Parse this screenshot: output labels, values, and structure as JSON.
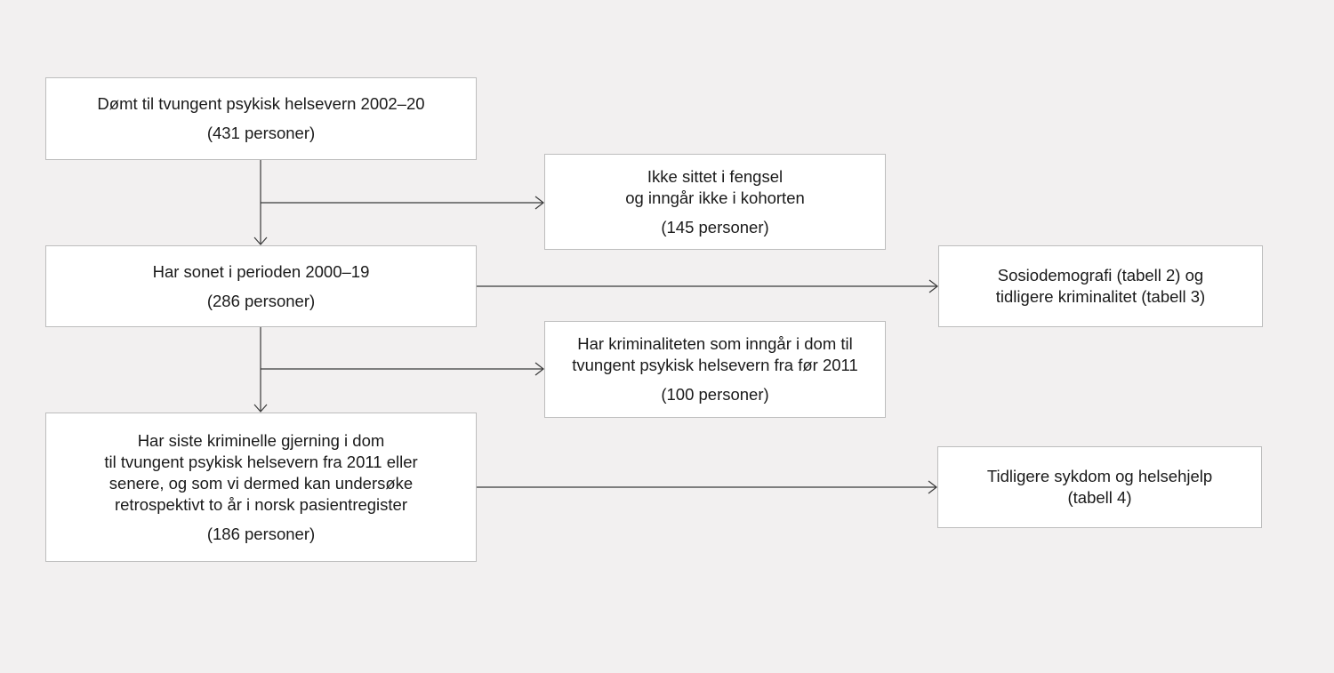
{
  "flowchart": {
    "total": {
      "lines": [
        "Dømt til tvungent psykisk helsevern 2002–20"
      ],
      "count": "(431 personer)"
    },
    "excluded_no_prison": {
      "lines": [
        "Ikke sittet i fengsel",
        "og inngår ikke i kohorten"
      ],
      "count": "(145 personer)"
    },
    "served": {
      "lines": [
        "Har sonet i perioden 2000–19"
      ],
      "count": "(286 personer)"
    },
    "sociodemography": {
      "lines": [
        "Sosiodemografi (tabell 2) og",
        "tidligere kriminalitet (tabell 3)"
      ]
    },
    "crime_before_2011": {
      "lines": [
        "Har kriminaliteten som inngår i dom til",
        "tvungent psykisk helsevern fra før 2011"
      ],
      "count": "(100 personer)"
    },
    "final_cohort": {
      "lines": [
        "Har siste kriminelle gjerning i dom",
        "til tvungent psykisk helsevern fra 2011 eller",
        "senere, og som vi dermed kan undersøke",
        "retrospektivt to år i norsk pasientregister"
      ],
      "count": "(186 personer)"
    },
    "prior_illness": {
      "lines": [
        "Tidligere sykdom og helsehjelp",
        "(tabell 4)"
      ]
    }
  },
  "colors": {
    "background": "#f2f0f0",
    "box_fill": "#ffffff",
    "box_border": "#bdbdbd",
    "line": "#3a3a3a",
    "text": "#1a1a1a"
  }
}
